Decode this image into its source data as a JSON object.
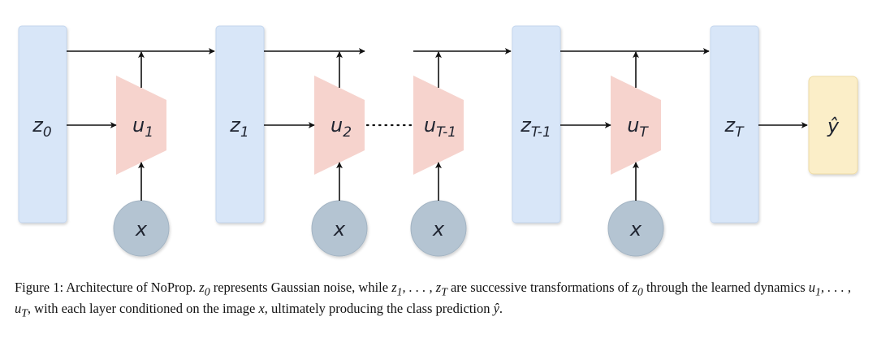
{
  "figure": {
    "nodes": {
      "z0": {
        "base": "z",
        "sub": "0"
      },
      "z1": {
        "base": "z",
        "sub": "1"
      },
      "zT1": {
        "base": "z",
        "sub": "T-1"
      },
      "zT": {
        "base": "z",
        "sub": "T"
      },
      "u1": {
        "base": "u",
        "sub": "1"
      },
      "u2": {
        "base": "u",
        "sub": "2"
      },
      "uT1": {
        "base": "u",
        "sub": "T-1"
      },
      "uT": {
        "base": "u",
        "sub": "T"
      },
      "x": "x",
      "yhat": "ŷ"
    },
    "colors": {
      "z_block": "#d8e6f8",
      "z_block_edge": "#c3d6ee",
      "u_block": "#f6d3cd",
      "x_node": "#b4c4d2",
      "x_node_edge": "#a3b4c3",
      "y_block": "#fbeec8",
      "y_block_edge": "#efdca6",
      "arrow": "#111111"
    }
  },
  "caption": {
    "prefix": "Figure 1: Architecture of NoProp.",
    "z0": "z",
    "z0_sub": "0",
    "part1": " represents Gaussian noise, while ",
    "z_seq": "z",
    "z_seq_sub1": "1",
    "z_seq_mid": ", . . . , z",
    "z_seq_sub2": "T",
    "part2": " are successive transformations of ",
    "z0b": "z",
    "z0b_sub": "0",
    "part3": " through the learned dynamics ",
    "u_seq": "u",
    "u_seq_sub1": "1",
    "u_seq_mid": ", . . . , u",
    "u_seq_sub2": "T",
    "part4": ", with each layer conditioned on the image ",
    "x": "x",
    "part5": ", ultimately producing the class prediction ",
    "yhat": "ŷ",
    "end": "."
  }
}
